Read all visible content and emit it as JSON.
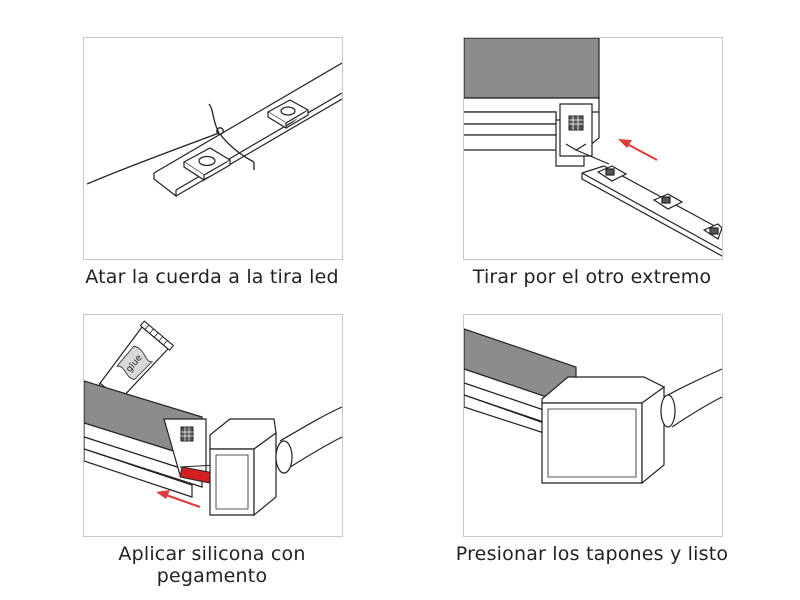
{
  "steps": [
    {
      "caption": "Atar la cuerda a la tira led"
    },
    {
      "caption": "Tirar por el otro extremo"
    },
    {
      "caption": "Aplicar silicona con pegamento",
      "tube_label": "glue"
    },
    {
      "caption": "Presionar los tapones y listo"
    }
  ],
  "colors": {
    "profile": "#8c8c8c",
    "arrow": "#e23a3a",
    "line": "#222222",
    "panel_border": "#c8c8c8",
    "wire_red": "#d42020"
  }
}
